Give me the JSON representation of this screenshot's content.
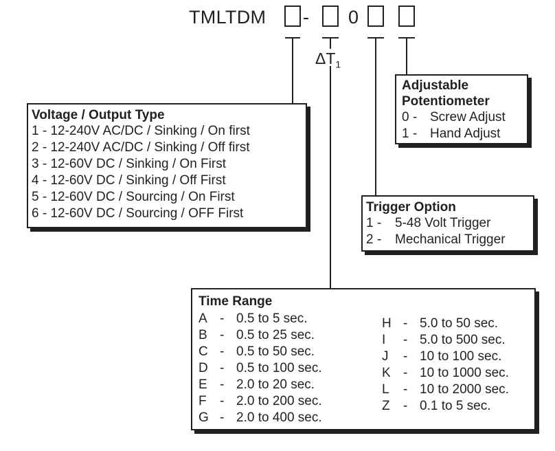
{
  "model": {
    "prefix": "TMLTDM",
    "dash": "-",
    "fixed_digit": "0",
    "delta_symbol": "ΔT",
    "delta_subscript": "1"
  },
  "potentiometer": {
    "title_line1": "Adjustable",
    "title_line2": "Potentiometer",
    "options": [
      {
        "code": "0",
        "sep": "-",
        "text": "Screw Adjust"
      },
      {
        "code": "1",
        "sep": "-",
        "text": "Hand Adjust"
      }
    ]
  },
  "voltage": {
    "title": "Voltage / Output Type",
    "options": [
      "1 - 12-240V AC/DC / Sinking / On first",
      "2 - 12-240V AC/DC / Sinking / Off first",
      "3 - 12-60V DC / Sinking / On First",
      "4 - 12-60V DC / Sinking / Off First",
      "5 - 12-60V DC / Sourcing / On First",
      "6 - 12-60V DC / Sourcing / OFF First"
    ]
  },
  "trigger": {
    "title": "Trigger Option",
    "options": [
      {
        "code": "1",
        "sep": "-",
        "text": "5-48 Volt Trigger"
      },
      {
        "code": "2",
        "sep": "-",
        "text": "Mechanical Trigger"
      }
    ]
  },
  "time_range": {
    "title": "Time Range",
    "column_1": [
      {
        "code": "A",
        "sep": "-",
        "text": "0.5 to 5 sec."
      },
      {
        "code": "B",
        "sep": "-",
        "text": "0.5 to 25 sec."
      },
      {
        "code": "C",
        "sep": "-",
        "text": "0.5 to 50 sec."
      },
      {
        "code": "D",
        "sep": "-",
        "text": "0.5 to 100 sec."
      },
      {
        "code": "E",
        "sep": "-",
        "text": "2.0 to 20 sec."
      },
      {
        "code": "F",
        "sep": "-",
        "text": "2.0 to 200 sec."
      },
      {
        "code": "G",
        "sep": "-",
        "text": "2.0 to 400 sec."
      }
    ],
    "column_2": [
      {
        "code": "H",
        "sep": "-",
        "text": "5.0 to 50 sec."
      },
      {
        "code": "I",
        "sep": "-",
        "text": "5.0 to 500 sec."
      },
      {
        "code": "J",
        "sep": "-",
        "text": "10 to 100 sec."
      },
      {
        "code": "K",
        "sep": "-",
        "text": "10 to 1000 sec."
      },
      {
        "code": "L",
        "sep": "-",
        "text": "10 to 2000 sec."
      },
      {
        "code": "Z",
        "sep": "-",
        "text": "0.1 to 5 sec."
      }
    ]
  },
  "colors": {
    "ink": "#231f20",
    "background": "#ffffff"
  }
}
